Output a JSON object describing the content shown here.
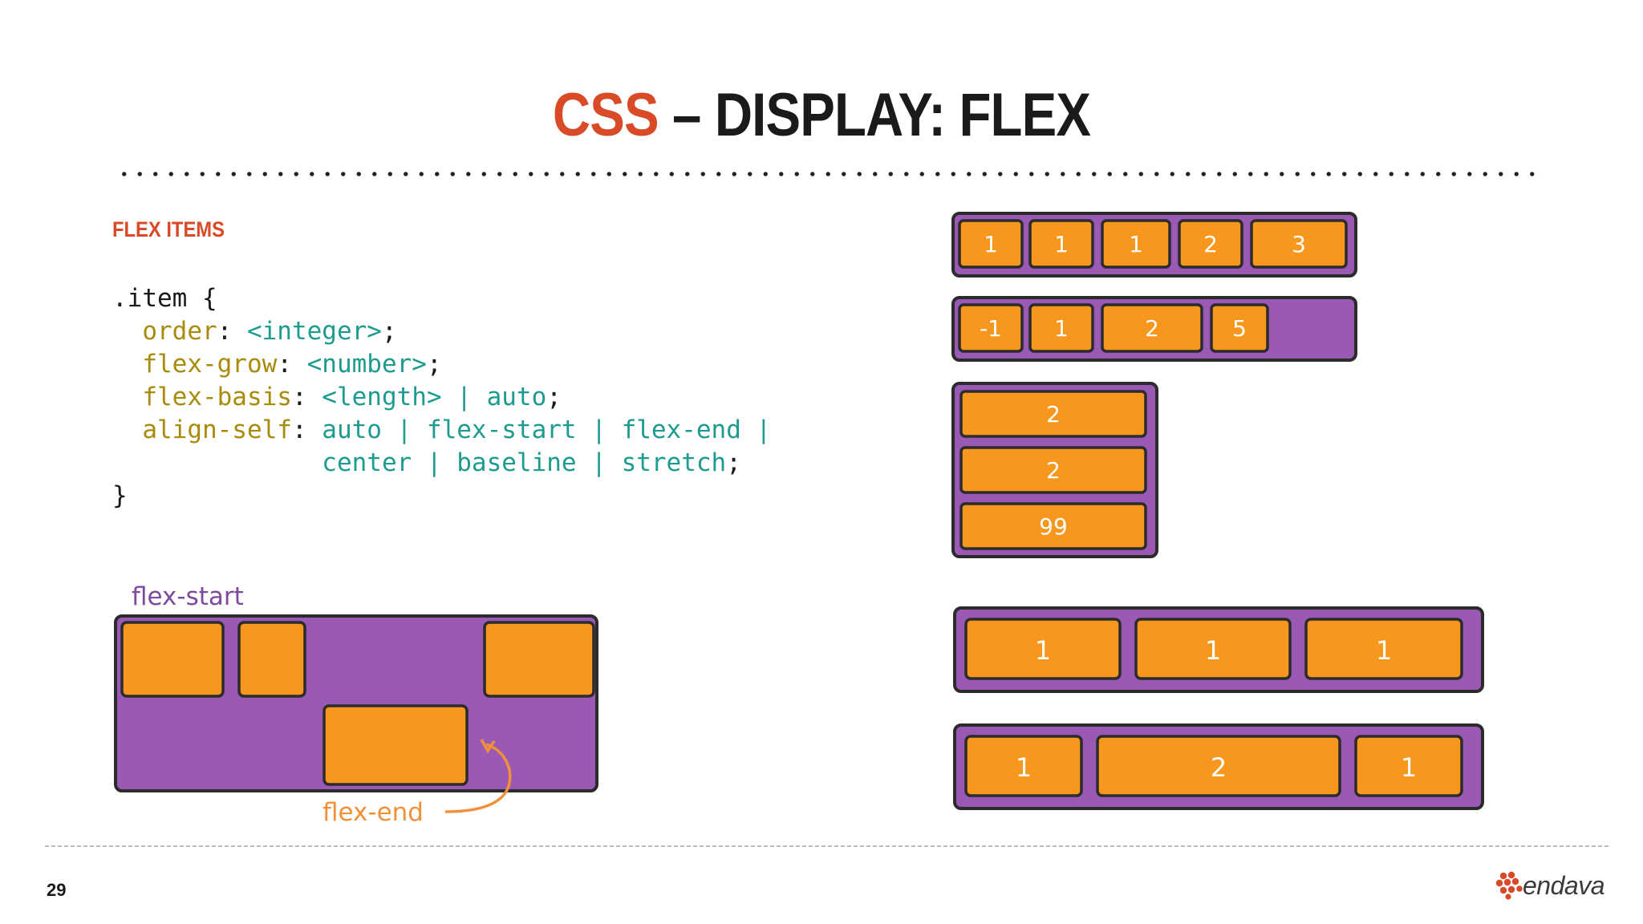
{
  "title": {
    "accent": "CSS",
    "rest": " – DISPLAY: FLEX"
  },
  "section_label": "FLEX ITEMS",
  "code": {
    "l1": ".item {",
    "order_prop": "order",
    "order_val": "<integer>",
    "grow_prop": "flex-grow",
    "grow_val": "<number>",
    "basis_prop": "flex-basis",
    "basis_val": "<length> | auto",
    "align_prop": "align-self",
    "align_val1": "auto | flex-start | flex-end |",
    "align_val2": "center | baseline | stretch",
    "close": "}"
  },
  "order_row1": [
    "1",
    "1",
    "1",
    "2",
    "3"
  ],
  "order_row2": [
    "-1",
    "1",
    "2",
    "5"
  ],
  "order_column": [
    "2",
    "2",
    "99"
  ],
  "grow_row1": [
    "1",
    "1",
    "1"
  ],
  "grow_row2": [
    "1",
    "2",
    "1"
  ],
  "align_labels": {
    "start": "flex-start",
    "end": "flex-end"
  },
  "page_number": "29",
  "logo_text": "endava",
  "colors": {
    "accent": "#d94b26",
    "container": "#9b59b6",
    "item": "#f7971e",
    "property": "#a88b0b",
    "value": "#1e9b8f"
  },
  "icons": {
    "logo": "endava-flower-logo"
  }
}
